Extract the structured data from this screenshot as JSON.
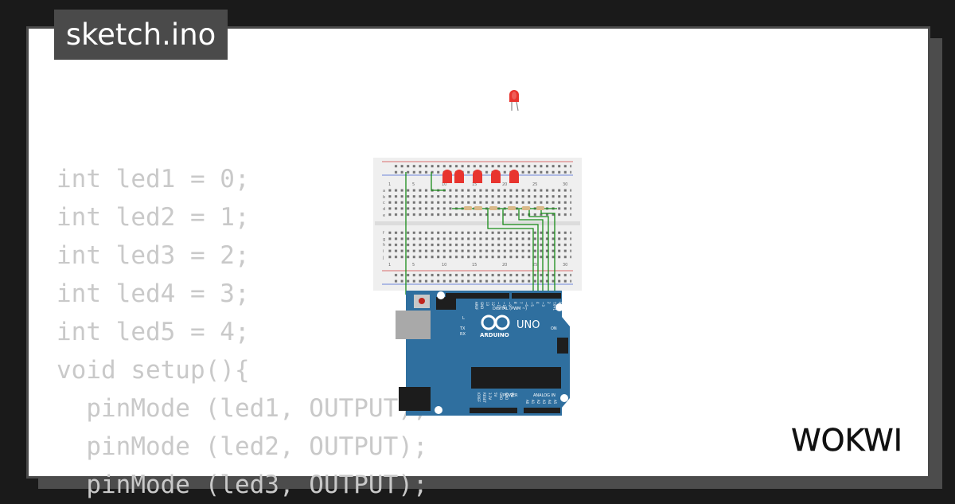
{
  "tab": {
    "title": "sketch.ino"
  },
  "code": {
    "lines": [
      "int led1 = 0;",
      "int led2 = 1;",
      "int led3 = 2;",
      "int led4 = 3;",
      "int led5 = 4;",
      "void setup(){",
      "  pinMode (led1, OUTPUT);",
      "  pinMode (led2, OUTPUT);",
      "  pinMode (led3, OUTPUT);"
    ]
  },
  "board": {
    "model_label": "UNO",
    "brand_label": "ARDUINO",
    "digital_label": "DIGITAL (PWM ~)",
    "power_label": "POWER",
    "analog_label": "ANALOG IN",
    "led_l": "L",
    "led_tx": "TX",
    "led_rx": "RX",
    "led_on": "ON",
    "top_pin_labels": [
      "AREF",
      "GND",
      "13",
      "12",
      "~11",
      "~10",
      "~9",
      "8",
      "7",
      "~6",
      "~5",
      "4",
      "~3",
      "2",
      "TX→1",
      "RX←0"
    ],
    "power_pin_labels": [
      "IOREF",
      "RESET",
      "3.3V",
      "5V",
      "GND",
      "GND",
      "Vin"
    ],
    "analog_pin_labels": [
      "A0",
      "A1",
      "A2",
      "A3",
      "A4",
      "A5"
    ]
  },
  "breadboard": {
    "column_numbers": [
      "1",
      "5",
      "10",
      "15",
      "20",
      "25",
      "30"
    ],
    "row_letters_top": [
      "a",
      "b",
      "c",
      "d",
      "e"
    ],
    "row_letters_bottom": [
      "f",
      "g",
      "h",
      "i",
      "j"
    ]
  },
  "colors": {
    "background": "#1a1a1a",
    "card": "#ffffff",
    "frame": "#4a4a4a",
    "code_text": "#c9c9c9",
    "board_blue": "#2f6f9f",
    "wire_green": "#188c18",
    "led_red": "#e8342e"
  },
  "brand": {
    "logo": "WOKWI"
  }
}
